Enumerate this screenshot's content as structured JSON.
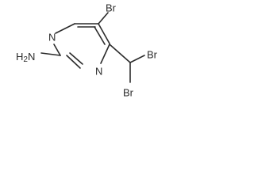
{
  "molecule": {
    "atoms": {
      "br_top": "Br",
      "br_right": "Br",
      "br_bottom": "Br",
      "n_upper": "N",
      "n_lower": "N",
      "amine": "H2N"
    }
  },
  "colors": {
    "bond": "#2b2b2b",
    "label": "#2b2b2b",
    "background": "#ffffff"
  }
}
